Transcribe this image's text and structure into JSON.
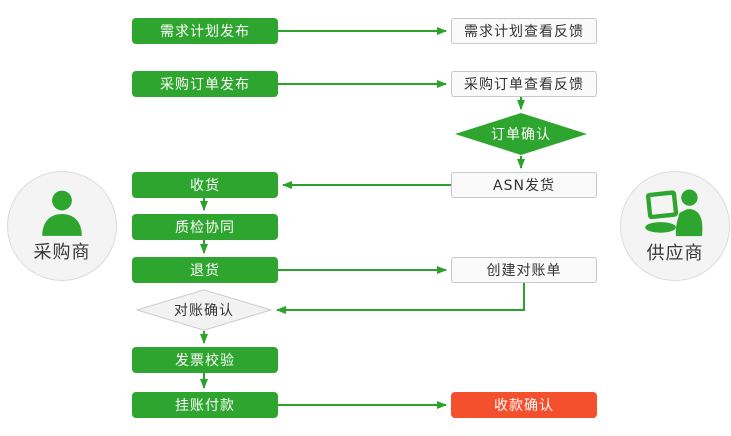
{
  "palette": {
    "green": "#2ea52e",
    "connector_green": "#2aa32a",
    "red": "#f4502e",
    "white_box_bg": "#fafafa",
    "white_box_border": "#c8c8c8",
    "gray_diamond_bg": "#f2f2f2",
    "gray_diamond_border": "#cccccc",
    "circle_bg": "#f4f4f4",
    "circle_border": "#dcdcdc",
    "text_dark": "#333333",
    "text_light": "#ffffff"
  },
  "actors": {
    "buyer": {
      "label": "采购商",
      "icon": "person-icon"
    },
    "supplier": {
      "label": "供应商",
      "icon": "person-laptop-icon"
    }
  },
  "nodes": {
    "demand_plan_publish": {
      "label": "需求计划发布",
      "type": "process-green"
    },
    "demand_plan_feedback": {
      "label": "需求计划查看反馈",
      "type": "process-white"
    },
    "po_publish": {
      "label": "采购订单发布",
      "type": "process-green"
    },
    "po_feedback": {
      "label": "采购订单查看反馈",
      "type": "process-white"
    },
    "order_confirm": {
      "label": "订单确认",
      "type": "decision-green"
    },
    "asn_ship": {
      "label": "ASN发货",
      "type": "process-white"
    },
    "receive_goods": {
      "label": "收货",
      "type": "process-green"
    },
    "quality_check": {
      "label": "质检协同",
      "type": "process-green"
    },
    "return_goods": {
      "label": "退货",
      "type": "process-green"
    },
    "create_statement": {
      "label": "创建对账单",
      "type": "process-white"
    },
    "reconcile_confirm": {
      "label": "对账确认",
      "type": "decision-gray"
    },
    "invoice_verify": {
      "label": "发票校验",
      "type": "process-green"
    },
    "book_payment": {
      "label": "挂账付款",
      "type": "process-green"
    },
    "receipt_confirm": {
      "label": "收款确认",
      "type": "process-red"
    }
  }
}
